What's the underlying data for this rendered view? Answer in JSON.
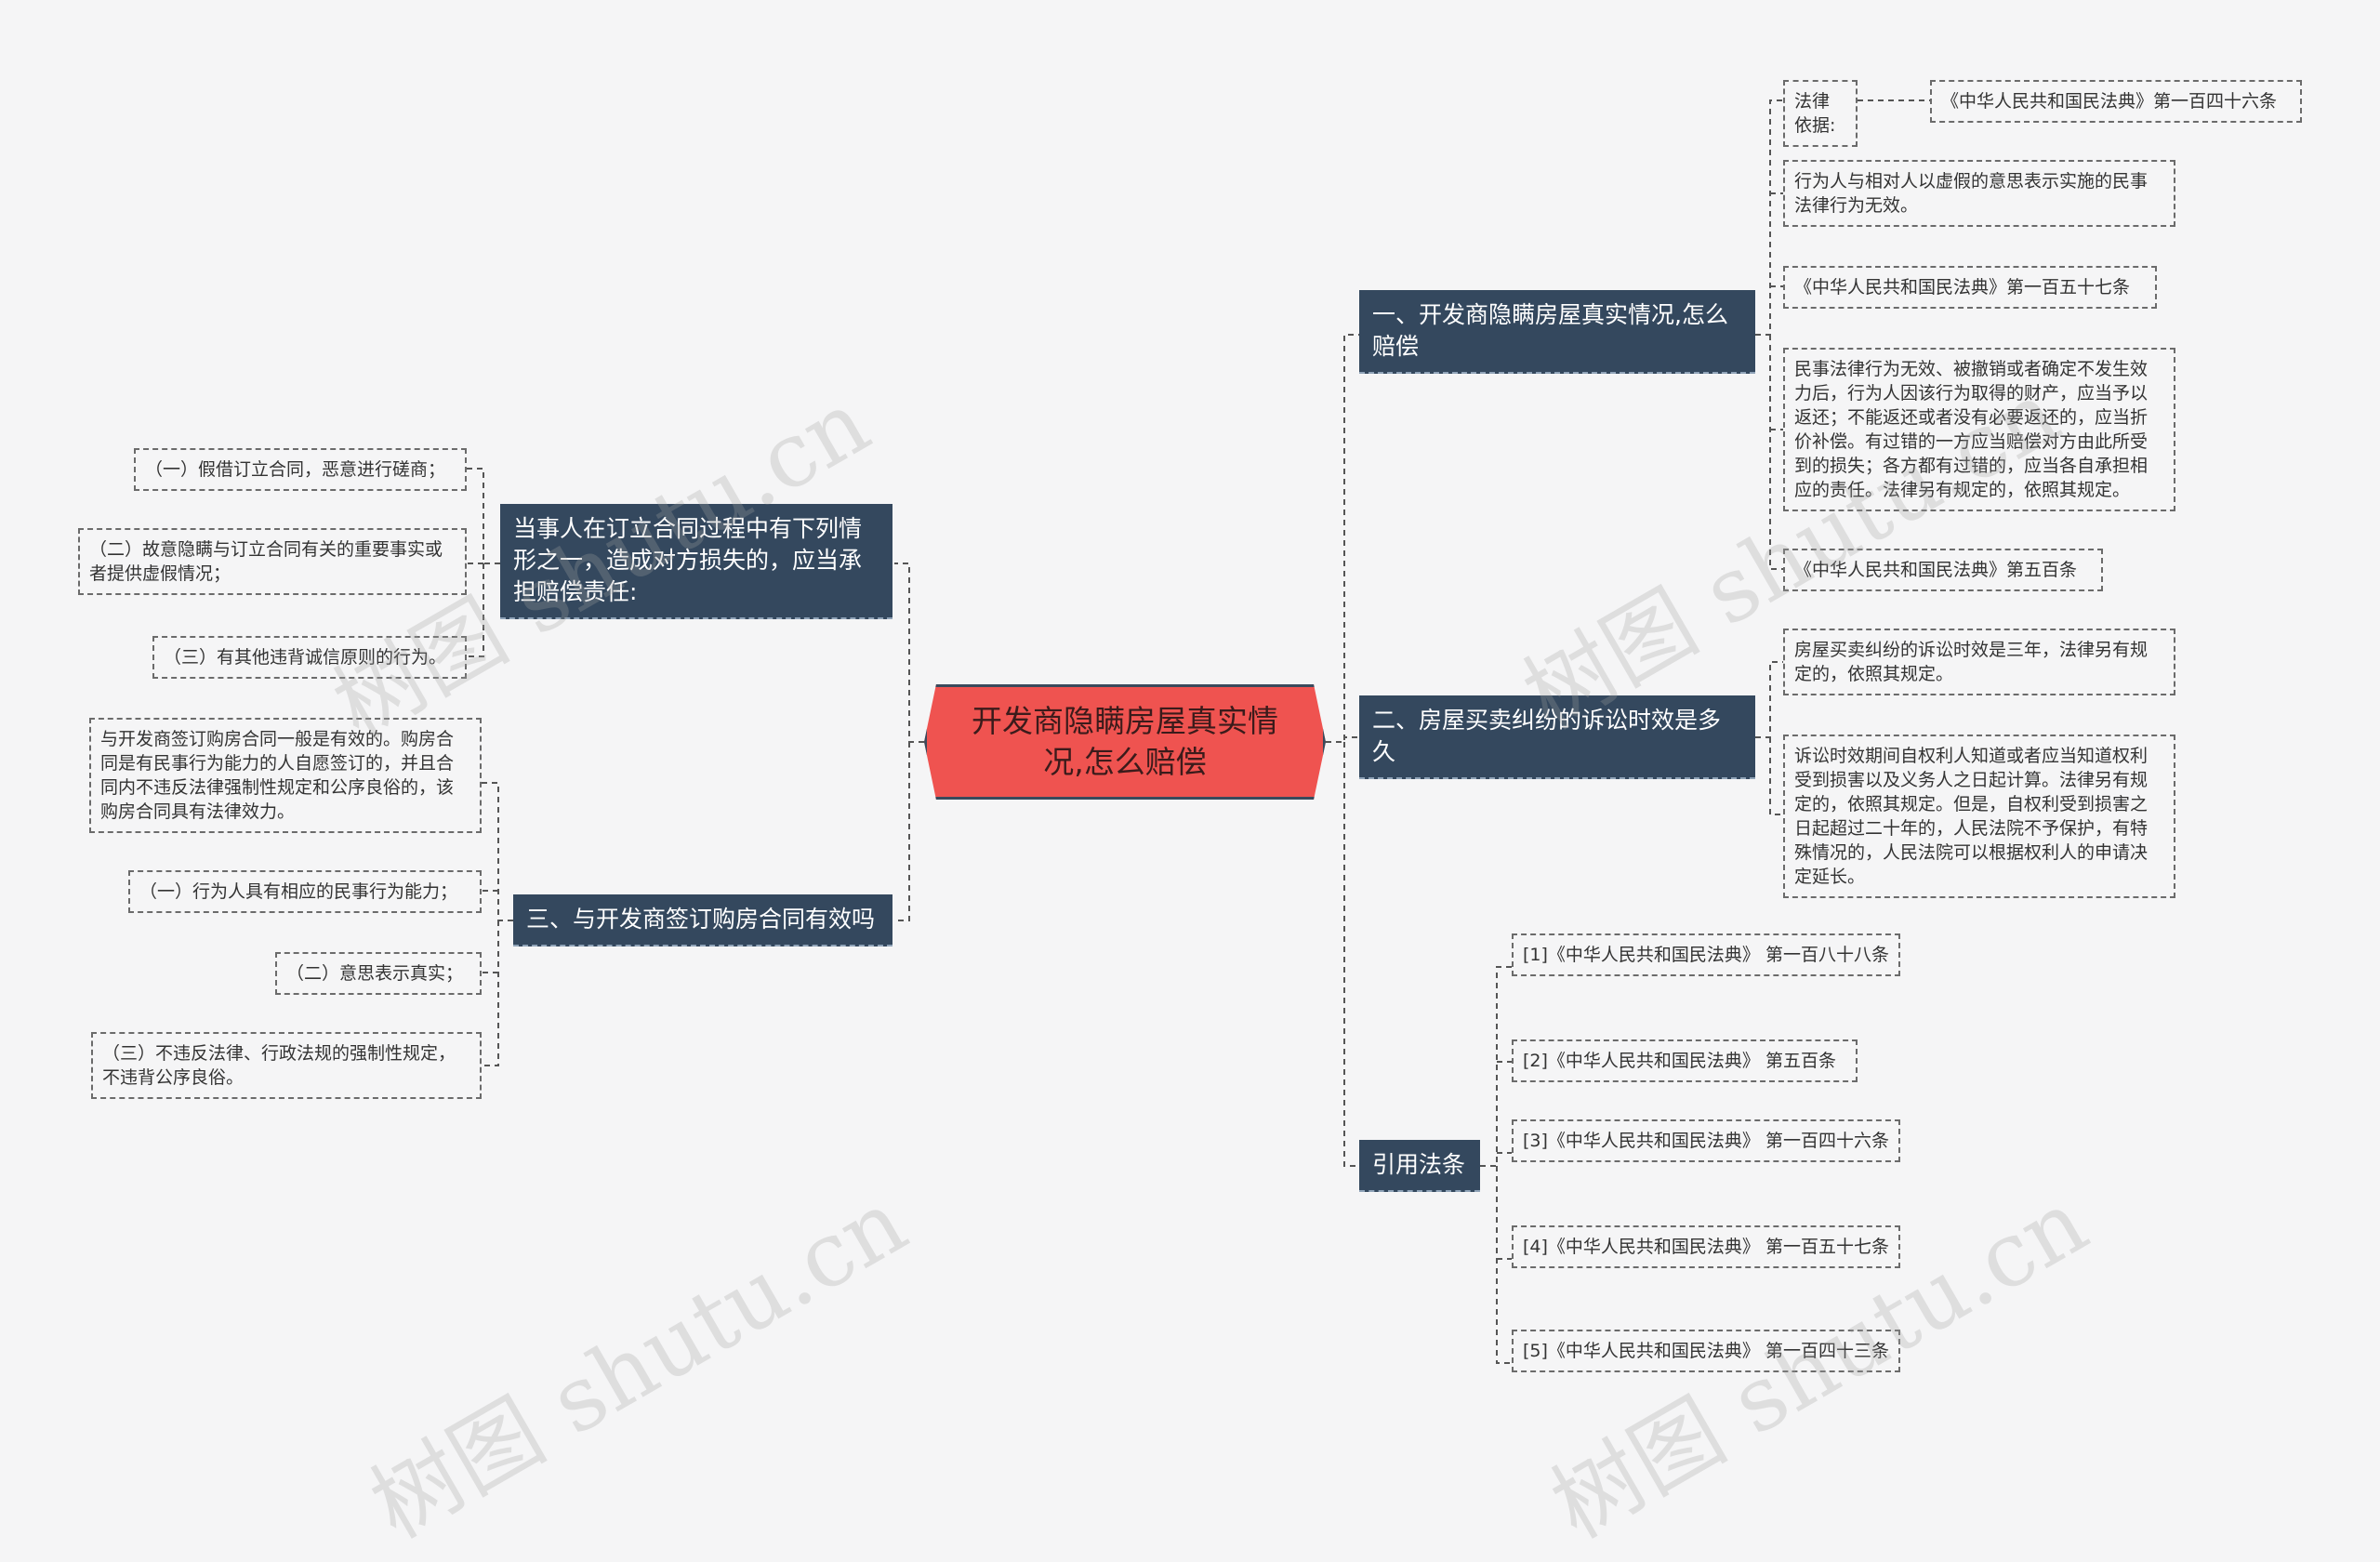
{
  "root": {
    "text": "开发商隐瞒房屋真实情况,怎么赔偿"
  },
  "branches": {
    "b1": "一、开发商隐瞒房屋真实情况,怎么赔偿",
    "b2": "二、房屋买卖纠纷的诉讼时效是多久",
    "b3": "引用法条",
    "b4": "当事人在订立合同过程中有下列情形之一，造成对方损失的，应当承担赔偿责任:",
    "b5": "三、与开发商签订购房合同有效吗"
  },
  "leaves": {
    "b1_basis_label": "法律依据:",
    "b1_basis_value": "《中华人民共和国民法典》第一百四十六条",
    "b1_l2": "行为人与相对人以虚假的意思表示实施的民事法律行为无效。",
    "b1_l3": "《中华人民共和国民法典》第一百五十七条",
    "b1_l4": "民事法律行为无效、被撤销或者确定不发生效力后，行为人因该行为取得的财产，应当予以返还；不能返还或者没有必要返还的，应当折价补偿。有过错的一方应当赔偿对方由此所受到的损失；各方都有过错的，应当各自承担相应的责任。法律另有规定的，依照其规定。",
    "b1_l5": "《中华人民共和国民法典》第五百条",
    "b2_l1": "房屋买卖纠纷的诉讼时效是三年，法律另有规定的，依照其规定。",
    "b2_l2": "诉讼时效期间自权利人知道或者应当知道权利受到损害以及义务人之日起计算。法律另有规定的，依照其规定。但是，自权利受到损害之日起超过二十年的，人民法院不予保护，有特殊情况的，人民法院可以根据权利人的申请决定延长。",
    "b3_l1": "[1]《中华人民共和国民法典》 第一百八十八条",
    "b3_l2": "[2]《中华人民共和国民法典》 第五百条",
    "b3_l3": "[3]《中华人民共和国民法典》 第一百四十六条",
    "b3_l4": "[4]《中华人民共和国民法典》 第一百五十七条",
    "b3_l5": "[5]《中华人民共和国民法典》 第一百四十三条",
    "b4_l1": "（一）假借订立合同，恶意进行磋商；",
    "b4_l2": "（二）故意隐瞒与订立合同有关的重要事实或者提供虚假情况；",
    "b4_l3": "（三）有其他违背诚信原则的行为。",
    "b5_l1": "与开发商签订购房合同一般是有效的。购房合同是有民事行为能力的人自愿签订的，并且合同内不违反法律强制性规定和公序良俗的，该购房合同具有法律效力。",
    "b5_l2": "（一）行为人具有相应的民事行为能力；",
    "b5_l3": "（二）意思表示真实；",
    "b5_l4": "（三）不违反法律、行政法规的强制性规定，不违背公序良俗。"
  },
  "watermarks": [
    "树图 shutu.cn",
    "树图 shutu.cn",
    "树图 shutu.cn",
    "树图 shutu.cn"
  ]
}
